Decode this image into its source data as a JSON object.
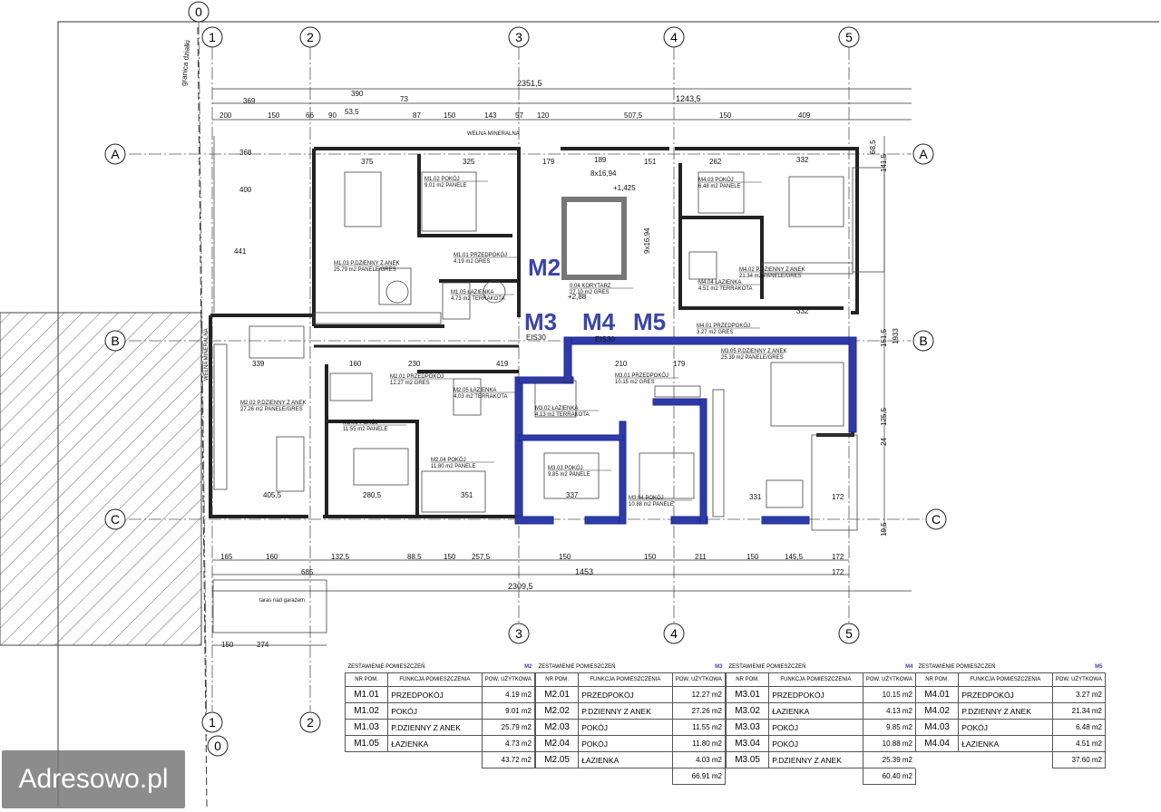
{
  "axes": {
    "grid": [
      "0",
      "1",
      "2",
      "3",
      "4",
      "5",
      "0",
      "1",
      "2",
      "3",
      "4",
      "5"
    ],
    "rows": [
      "A",
      "B",
      "C",
      "A",
      "B",
      "C"
    ]
  },
  "dimensions": {
    "total_top": "2351,5",
    "right_top": "1243,5",
    "d390": "390",
    "d369": "369",
    "d73": "73",
    "d200": "200",
    "d150a": "150",
    "d66": "66",
    "d90": "90",
    "d53": "53,5",
    "d87": "87",
    "d143": "143",
    "d57": "57",
    "d120": "120",
    "d507": "507,5",
    "d409": "409",
    "d368": "368",
    "d400": "400",
    "d441": "441",
    "d325": "325",
    "d375": "375",
    "d179": "179",
    "d189": "189",
    "d151": "151",
    "d262": "262",
    "d332": "332",
    "d339": "339",
    "d160": "160",
    "d230": "230",
    "d419": "419",
    "d210": "210",
    "d405": "405,5",
    "d280": "280,5",
    "d351": "351",
    "d337": "337",
    "d331": "331",
    "d172": "172",
    "d165": "165",
    "d132": "132,5",
    "d88": "88,5",
    "d257": "257,5",
    "d211": "211",
    "d145": "145,5",
    "d685": "685",
    "d1453": "1453",
    "total_bottom": "2309,5",
    "d274": "274",
    "stair": "8x16,94",
    "stair2": "9x16,94",
    "level1": "+1,425",
    "level2": "+2,88",
    "d1933": "1933",
    "d151r": "151,5",
    "d125": "125,5",
    "d24": "24",
    "d19": "19,5",
    "d68": "68,5",
    "d141": "141,5"
  },
  "annotations": {
    "granica": "granica działki",
    "welna": "WEŁNA MINERALNA",
    "welna2": "WEŁNA MINERALNA",
    "taras": "taras nad garażem",
    "eis1": "EIS30",
    "eis2": "EIS30"
  },
  "room_tags": [
    "M1.02  POKÓJ\n9.01 m2 PANELE",
    "M1.01 PRZEDPOKÓJ\n4.19 m2 GRES",
    "M1.03  P.DZIENNY Z ANEK\n25.79 m2 PANELE/GRES",
    "M1.05  ŁAZIENKA\n4.73 m2 TERRAKOTA",
    "0.04  KORYTARZ\n27.10 m2 GRES",
    "M4.03  POKÓJ\n6.48 m2 PANELE",
    "M4.02  P.DZIENNY Z ANEK\n21.34 m2 PANELE/GRES",
    "M4.04  ŁAZIENKA\n4.51 m2 TERRAKOTA",
    "M4.01  PRZEDPOKÓJ\n3.27 m2 GRES",
    "M2.01  PRZEDPOKÓJ\n12.27 m2 GRES",
    "M2.05  ŁAZIENKA\n4.03 m2 TERRAKOTA",
    "M2.02  P.DZIENNY Z ANEK\n27.26 m2 PANELE/GRES",
    "M2.03  POKÓJ\n11.55 m2 PANELE",
    "M2.04  POKÓJ\n11.80 m2 PANELE",
    "M3.02  ŁAZIENKA\n4.13 m2 TERRAKOTA",
    "M3.01  PRZEDPOKÓJ\n10.15 m2 GRES",
    "M3.03  POKÓJ\n9.85 m2 PANELE",
    "M3.04  POKÓJ\n10.88 m2 PANELE",
    "M3.05  P.DZIENNY Z ANEK\n25.39 m2 PANELE/GRES"
  ],
  "unit_labels": [
    "M2",
    "M3",
    "M4",
    "M5"
  ],
  "tables": [
    {
      "caption": "ZESTAWIENIE POMIESZCZEŃ",
      "unit": "M2",
      "headers": [
        "NR POM.",
        "FUNKCJA POMIESZCZENIA",
        "POW. UŻYTKOWA"
      ],
      "rows": [
        [
          "M1.01",
          "PRZEDPOKÓJ",
          "4.19 m2"
        ],
        [
          "M1.02",
          "POKÓJ",
          "9.01 m2"
        ],
        [
          "M1.03",
          "P.DZIENNY Z ANEK",
          "25.79 m2"
        ],
        [
          "M1.05",
          "ŁAZIENKA",
          "4.73 m2"
        ]
      ],
      "total": "43.72 m2"
    },
    {
      "caption": "ZESTAWIENIE POMIESZCZEŃ",
      "unit": "M3",
      "headers": [
        "NR POM.",
        "FUNKCJA POMIESZCZENIA",
        "POW. UŻYTKOWA"
      ],
      "rows": [
        [
          "M2.01",
          "PRZEDPOKÓJ",
          "12.27 m2"
        ],
        [
          "M2.02",
          "P.DZIENNY Z ANEK",
          "27.26 m2"
        ],
        [
          "M2.03",
          "POKÓJ",
          "11.55 m2"
        ],
        [
          "M2.04",
          "POKÓJ",
          "11.80 m2"
        ],
        [
          "M2.05",
          "ŁAZIENKA",
          "4.03 m2"
        ]
      ],
      "total": "66.91 m2"
    },
    {
      "caption": "ZESTAWIENIE POMIESZCZEŃ",
      "unit": "M4",
      "headers": [
        "NR POM.",
        "FUNKCJA POMIESZCZENIA",
        "POW. UŻYTKOWA"
      ],
      "rows": [
        [
          "M3.01",
          "PRZEDPOKÓJ",
          "10.15 m2"
        ],
        [
          "M3.02",
          "ŁAZIENKA",
          "4.13 m2"
        ],
        [
          "M3.03",
          "POKÓJ",
          "9.85 m2"
        ],
        [
          "M3.04",
          "POKÓJ",
          "10.88 m2"
        ],
        [
          "M3.05",
          "P.DZIENNY Z ANEK",
          "25.39 m2"
        ]
      ],
      "total": "60.40 m2"
    },
    {
      "caption": "ZESTAWIENIE POMIESZCZEŃ",
      "unit": "M5",
      "headers": [
        "NR POM.",
        "FUNKCJA POMIESZCZENIA",
        "POW. UŻYTKOWA"
      ],
      "rows": [
        [
          "M4.01",
          "PRZEDPOKÓJ",
          "3.27 m2"
        ],
        [
          "M4.02",
          "P.DZIENNY Z ANEK",
          "21.34 m2"
        ],
        [
          "M4.03",
          "POKÓJ",
          "6.48 m2"
        ],
        [
          "M4.04",
          "ŁAZIENKA",
          "4.51 m2"
        ]
      ],
      "total": "37.60 m2"
    }
  ],
  "watermark": "Adresowo.pl",
  "colors": {
    "accent": "#3a44a8",
    "wall": "#222222",
    "hatch": "#666666"
  }
}
